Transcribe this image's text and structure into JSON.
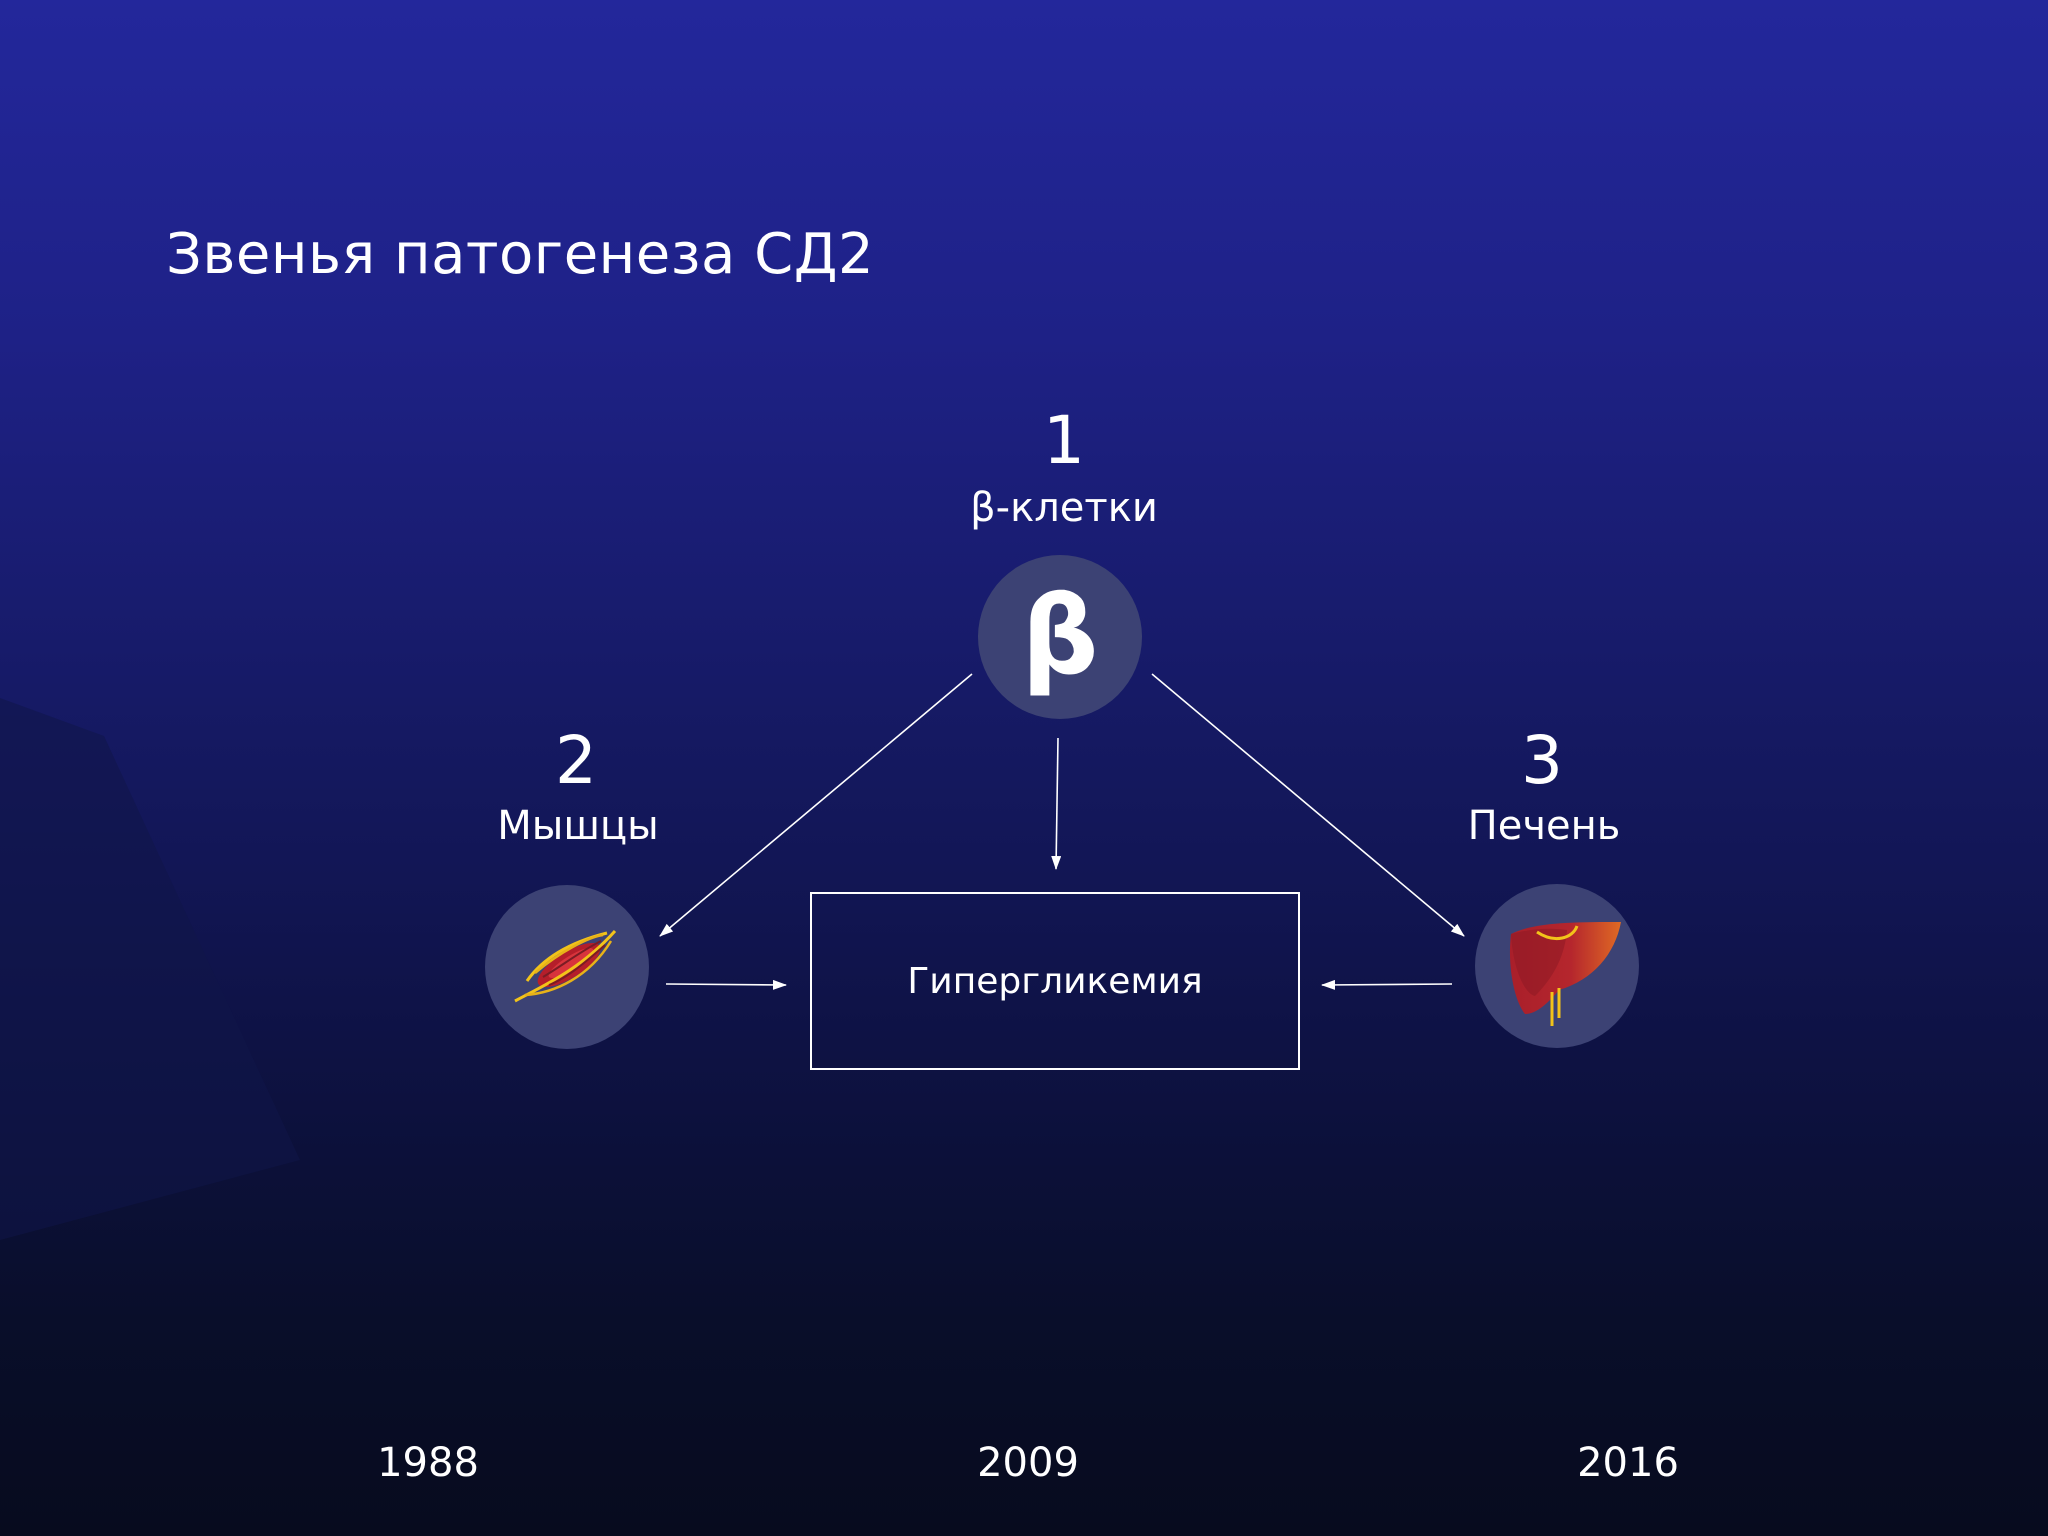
{
  "slide": {
    "title": "Звенья патогенеза СД2",
    "colors": {
      "background_top": "#23279b",
      "background_bottom": "#070b1e",
      "circle_fill": "#3c4274",
      "line": "#ffffff"
    }
  },
  "diagram": {
    "nodes": [
      {
        "number": "1",
        "label": "β-клетки",
        "icon": "beta-letter-icon",
        "glyph": "β"
      },
      {
        "number": "2",
        "label": "Мышцы",
        "icon": "muscle-icon"
      },
      {
        "number": "3",
        "label": "Печень",
        "icon": "liver-icon"
      }
    ],
    "result": {
      "label": "Гипергликемия"
    }
  },
  "timeline": {
    "years": [
      "1988",
      "2009",
      "2016"
    ]
  }
}
